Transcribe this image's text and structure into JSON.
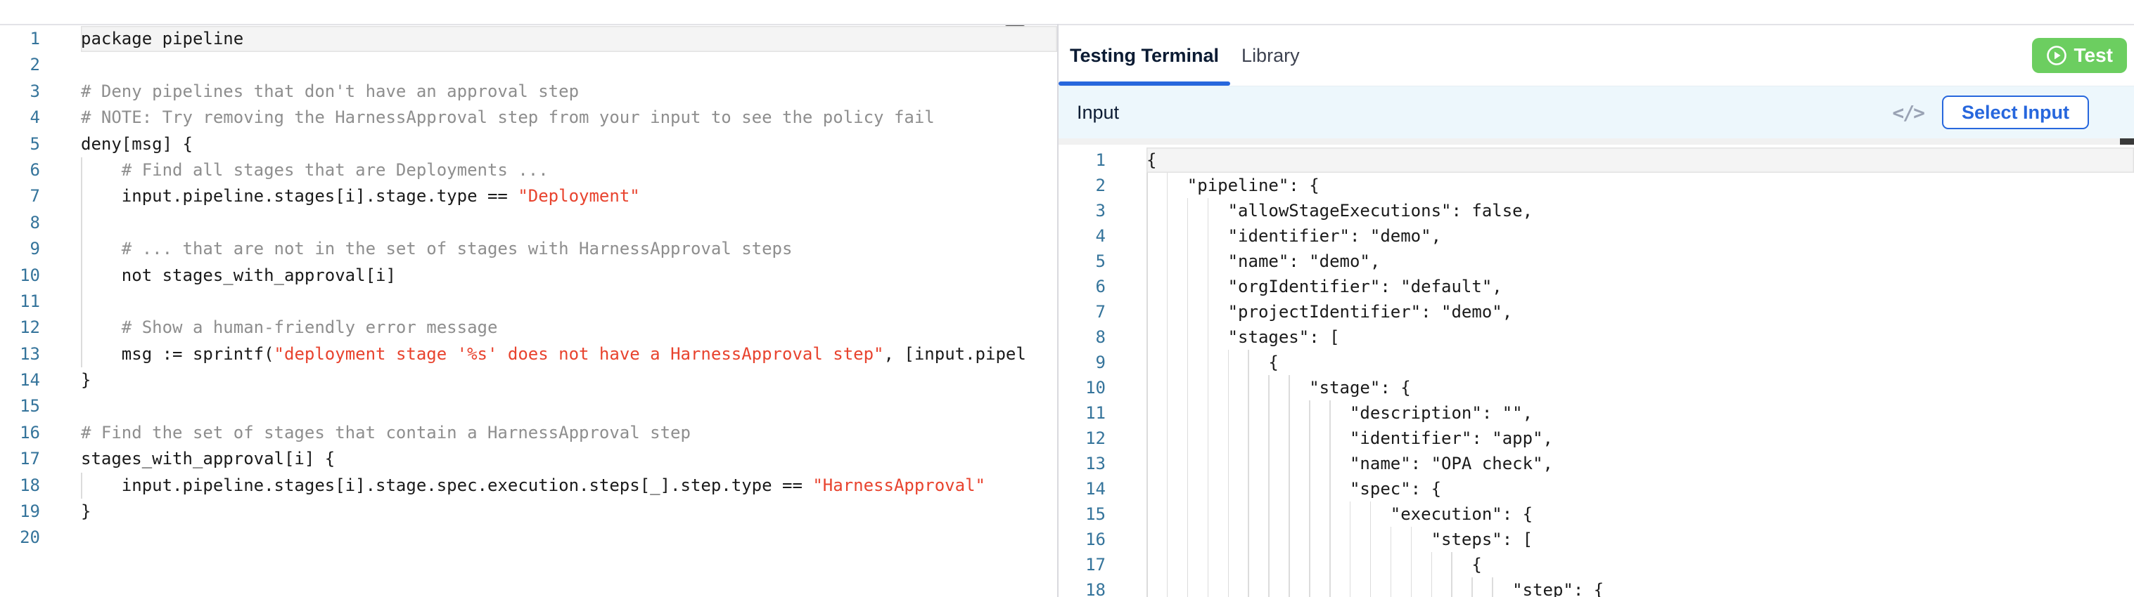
{
  "colors": {
    "accent_blue": "#2767dd",
    "test_green": "#6cce60",
    "string_red": "#e8432e",
    "comment_gray": "#8e8e8e",
    "line_number_blue": "#35749b",
    "input_bar_bg": "#edf7fc"
  },
  "left_editor": {
    "lines": [
      {
        "n": 1,
        "guides": 0,
        "current": true,
        "segs": [
          [
            "code",
            "package pipeline"
          ]
        ]
      },
      {
        "n": 2,
        "guides": 0,
        "segs": []
      },
      {
        "n": 3,
        "guides": 0,
        "segs": [
          [
            "comment",
            "# Deny pipelines that don't have an approval step"
          ]
        ]
      },
      {
        "n": 4,
        "guides": 0,
        "segs": [
          [
            "comment",
            "# NOTE: Try removing the HarnessApproval step from your input to see the policy fail"
          ]
        ]
      },
      {
        "n": 5,
        "guides": 0,
        "segs": [
          [
            "code",
            "deny[msg] {"
          ]
        ]
      },
      {
        "n": 6,
        "guides": 1,
        "segs": [
          [
            "comment",
            "    # Find all stages that are Deployments ..."
          ]
        ]
      },
      {
        "n": 7,
        "guides": 1,
        "segs": [
          [
            "code",
            "    input.pipeline.stages[i].stage.type == "
          ],
          [
            "string",
            "\"Deployment\""
          ]
        ]
      },
      {
        "n": 8,
        "guides": 1,
        "segs": []
      },
      {
        "n": 9,
        "guides": 1,
        "segs": [
          [
            "comment",
            "    # ... that are not in the set of stages with HarnessApproval steps"
          ]
        ]
      },
      {
        "n": 10,
        "guides": 1,
        "segs": [
          [
            "code",
            "    not stages_with_approval[i]"
          ]
        ]
      },
      {
        "n": 11,
        "guides": 1,
        "segs": []
      },
      {
        "n": 12,
        "guides": 1,
        "segs": [
          [
            "comment",
            "    # Show a human-friendly error message"
          ]
        ]
      },
      {
        "n": 13,
        "guides": 1,
        "segs": [
          [
            "code",
            "    msg := sprintf("
          ],
          [
            "string",
            "\"deployment stage '%s' does not have a HarnessApproval step\""
          ],
          [
            "code",
            ", [input.pipel"
          ]
        ]
      },
      {
        "n": 14,
        "guides": 0,
        "segs": [
          [
            "code",
            "}"
          ]
        ]
      },
      {
        "n": 15,
        "guides": 0,
        "segs": []
      },
      {
        "n": 16,
        "guides": 0,
        "segs": [
          [
            "comment",
            "# Find the set of stages that contain a HarnessApproval step"
          ]
        ]
      },
      {
        "n": 17,
        "guides": 0,
        "segs": [
          [
            "code",
            "stages_with_approval[i] {"
          ]
        ]
      },
      {
        "n": 18,
        "guides": 1,
        "segs": [
          [
            "code",
            "    input.pipeline.stages[i].stage.spec.execution.steps[_].step.type == "
          ],
          [
            "string",
            "\"HarnessApproval\""
          ]
        ]
      },
      {
        "n": 19,
        "guides": 0,
        "segs": [
          [
            "code",
            "}"
          ]
        ]
      },
      {
        "n": 20,
        "guides": 0,
        "segs": []
      }
    ]
  },
  "right_panel": {
    "tabs": [
      {
        "label": "Testing Terminal",
        "active": true
      },
      {
        "label": "Library",
        "active": false
      }
    ],
    "test_button_label": "Test",
    "input_label": "Input",
    "code_icon_glyph": "</>",
    "select_input_label": "Select Input"
  },
  "input_editor": {
    "lines": [
      {
        "n": 1,
        "guides": 0,
        "current": true,
        "segs": [
          [
            "code",
            "{"
          ]
        ]
      },
      {
        "n": 2,
        "guides": 2,
        "segs": [
          [
            "code",
            "    \"pipeline\": {"
          ]
        ]
      },
      {
        "n": 3,
        "guides": 4,
        "segs": [
          [
            "code",
            "        \"allowStageExecutions\": false,"
          ]
        ]
      },
      {
        "n": 4,
        "guides": 4,
        "segs": [
          [
            "code",
            "        \"identifier\": \"demo\","
          ]
        ]
      },
      {
        "n": 5,
        "guides": 4,
        "segs": [
          [
            "code",
            "        \"name\": \"demo\","
          ]
        ]
      },
      {
        "n": 6,
        "guides": 4,
        "segs": [
          [
            "code",
            "        \"orgIdentifier\": \"default\","
          ]
        ]
      },
      {
        "n": 7,
        "guides": 4,
        "segs": [
          [
            "code",
            "        \"projectIdentifier\": \"demo\","
          ]
        ]
      },
      {
        "n": 8,
        "guides": 4,
        "segs": [
          [
            "code",
            "        \"stages\": ["
          ]
        ]
      },
      {
        "n": 9,
        "guides": 6,
        "segs": [
          [
            "code",
            "            {"
          ]
        ]
      },
      {
        "n": 10,
        "guides": 8,
        "segs": [
          [
            "code",
            "                \"stage\": {"
          ]
        ]
      },
      {
        "n": 11,
        "guides": 10,
        "segs": [
          [
            "code",
            "                    \"description\": \"\","
          ]
        ]
      },
      {
        "n": 12,
        "guides": 10,
        "segs": [
          [
            "code",
            "                    \"identifier\": \"app\","
          ]
        ]
      },
      {
        "n": 13,
        "guides": 10,
        "segs": [
          [
            "code",
            "                    \"name\": \"OPA check\","
          ]
        ]
      },
      {
        "n": 14,
        "guides": 10,
        "segs": [
          [
            "code",
            "                    \"spec\": {"
          ]
        ]
      },
      {
        "n": 15,
        "guides": 12,
        "segs": [
          [
            "code",
            "                        \"execution\": {"
          ]
        ]
      },
      {
        "n": 16,
        "guides": 14,
        "segs": [
          [
            "code",
            "                            \"steps\": ["
          ]
        ]
      },
      {
        "n": 17,
        "guides": 16,
        "segs": [
          [
            "code",
            "                                {"
          ]
        ]
      },
      {
        "n": 18,
        "guides": 18,
        "segs": [
          [
            "code",
            "                                    \"step\": {"
          ]
        ]
      }
    ]
  }
}
